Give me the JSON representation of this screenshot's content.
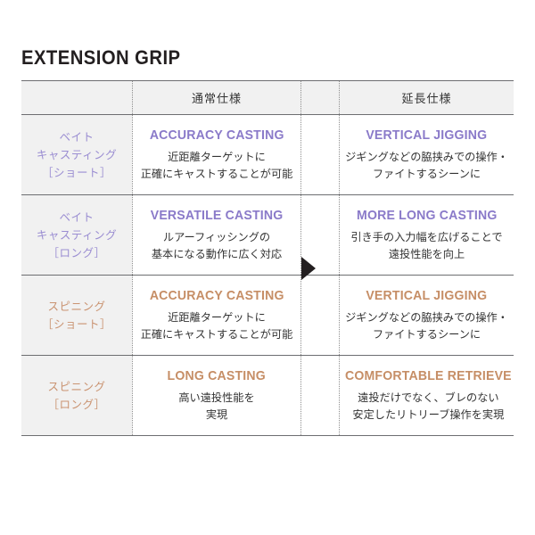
{
  "page": {
    "title": "EXTENSION GRIP",
    "background": "#ffffff"
  },
  "colors": {
    "purple": "#8a7ac9",
    "purple_soft": "#9b8ed2",
    "orange": "#c68e66",
    "orange_soft": "#ca9472",
    "rule": "#6d6e71",
    "band": "#f1f1f1",
    "arrow": "#231f20"
  },
  "table": {
    "header": {
      "spec_column_blank": "",
      "normal_label": "通常仕様",
      "extension_label": "延長仕様"
    },
    "arrow_icon": "arrow-right-triangle",
    "rows": [
      {
        "label": {
          "line1": "ベイト",
          "line2": "キャスティング",
          "line3": "［ショート］",
          "accent": "purple"
        },
        "normal": {
          "headline": "ACCURACY CASTING",
          "body_line1": "近距離ターゲットに",
          "body_line2": "正確にキャストすることが可能",
          "body_line3": "",
          "accent": "purple"
        },
        "extension": {
          "headline": "VERTICAL JIGGING",
          "body_line1": "ジギングなどの脇挟みでの操作・",
          "body_line2": "ファイトするシーンに",
          "body_line3": "",
          "accent": "purple"
        }
      },
      {
        "label": {
          "line1": "ベイト",
          "line2": "キャスティング",
          "line3": "［ロング］",
          "accent": "purple"
        },
        "normal": {
          "headline": "VERSATILE CASTING",
          "body_line1": "ルアーフィッシングの",
          "body_line2": "基本になる動作に広く対応",
          "body_line3": "",
          "accent": "purple"
        },
        "extension": {
          "headline": "MORE LONG CASTING",
          "body_line1": "引き手の入力幅を広げることで",
          "body_line2": "遠投性能を向上",
          "body_line3": "",
          "accent": "purple"
        }
      },
      {
        "label": {
          "line1": "スピニング",
          "line2": "［ショート］",
          "line3": "",
          "accent": "orange"
        },
        "normal": {
          "headline": "ACCURACY CASTING",
          "body_line1": "近距離ターゲットに",
          "body_line2": "正確にキャストすることが可能",
          "body_line3": "",
          "accent": "orange"
        },
        "extension": {
          "headline": "VERTICAL JIGGING",
          "body_line1": "ジギングなどの脇挟みでの操作・",
          "body_line2": "ファイトするシーンに",
          "body_line3": "",
          "accent": "orange"
        }
      },
      {
        "label": {
          "line1": "スピニング",
          "line2": "［ロング］",
          "line3": "",
          "accent": "orange"
        },
        "normal": {
          "headline": "LONG CASTING",
          "body_line1": "高い遠投性能を",
          "body_line2": "実現",
          "body_line3": "",
          "accent": "orange"
        },
        "extension": {
          "headline": "COMFORTABLE RETRIEVE",
          "body_line1": "遠投だけでなく、ブレのない",
          "body_line2": "安定したリトリーブ操作を実現",
          "body_line3": "",
          "accent": "orange"
        }
      }
    ]
  }
}
